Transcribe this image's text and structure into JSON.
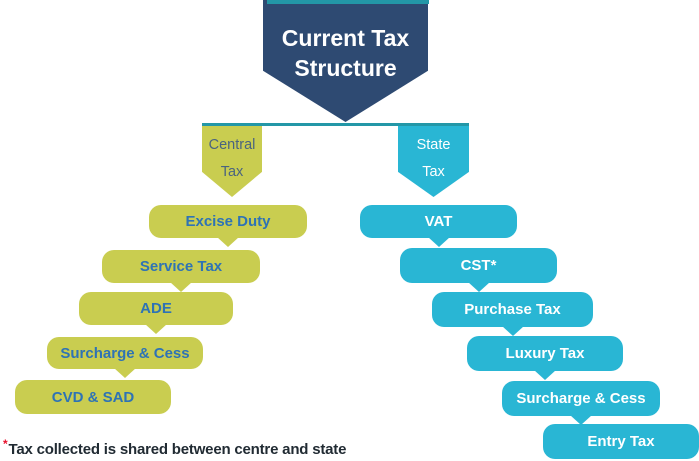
{
  "title": {
    "line1": "Current Tax",
    "line2": "Structure"
  },
  "branches": {
    "central": {
      "label_line1": "Central",
      "label_line2": "Tax",
      "boxes": [
        {
          "label": "Excise Duty"
        },
        {
          "label": "Service Tax"
        },
        {
          "label": "ADE"
        },
        {
          "label": "Surcharge & Cess"
        },
        {
          "label": "CVD & SAD"
        }
      ]
    },
    "state": {
      "label_line1": "State",
      "label_line2": "Tax",
      "boxes": [
        {
          "label": "VAT"
        },
        {
          "label": "CST*"
        },
        {
          "label": "Purchase Tax"
        },
        {
          "label": "Luxury Tax"
        },
        {
          "label": "Surcharge & Cess"
        },
        {
          "label": "Entry Tax"
        }
      ]
    }
  },
  "footnote": {
    "asterisk": "*",
    "text": "Tax collected is shared between centre and state"
  },
  "colors": {
    "banner_navy": "#2E4A72",
    "teal_accent": "#2397A7",
    "central_green": "#C9CD50",
    "state_cyan": "#29B6D4",
    "green_box_text": "#2E73B5",
    "central_pennant_text": "#4A647F",
    "footnote_text": "#212B33",
    "footnote_asterisk": "#E8112D",
    "background": "#FFFFFF"
  }
}
